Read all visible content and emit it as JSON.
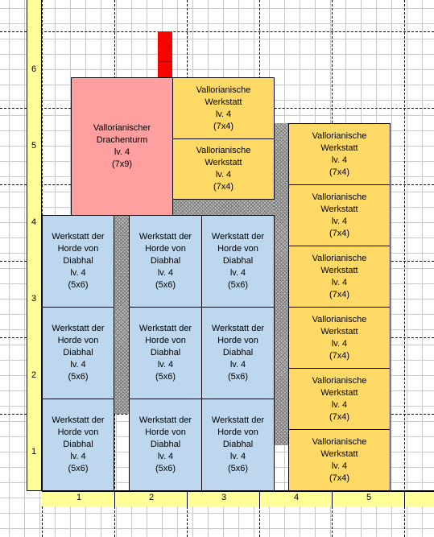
{
  "axes": {
    "y_labels": [
      "1",
      "2",
      "3",
      "4",
      "5",
      "6"
    ],
    "x_labels": [
      "1",
      "2",
      "3",
      "4",
      "5"
    ]
  },
  "colors": {
    "werkstatt_horde": "#bdd7ee",
    "werkstatt_vall": "#ffd966",
    "drachenturm": "#ff9fa0",
    "axis": "#ffff99",
    "marker": "#ff0000"
  },
  "buildings": {
    "drachenturm": {
      "label": "Vallorianischer\nDrachenturm\nlv. 4\n(7x9)"
    },
    "vall_upper": [
      {
        "label": "Vallorianische\nWerkstatt\nlv. 4\n(7x4)"
      },
      {
        "label": "Vallorianische\nWerkstatt\nlv. 4\n(7x4)"
      }
    ],
    "vall_right": [
      {
        "label": "Vallorianische\nWerkstatt\nlv. 4\n(7x4)"
      },
      {
        "label": "Vallorianische\nWerkstatt\nlv. 4\n(7x4)"
      },
      {
        "label": "Vallorianische\nWerkstatt\nlv. 4\n(7x4)"
      },
      {
        "label": "Vallorianische\nWerkstatt\nlv. 4\n(7x4)"
      },
      {
        "label": "Vallorianische\nWerkstatt\nlv. 4\n(7x4)"
      },
      {
        "label": "Vallorianische\nWerkstatt\nlv. 4\n(7x4)"
      }
    ],
    "horde": [
      {
        "label": "Werkstatt der\nHorde von\nDiabhal\nlv. 4\n(5x6)"
      },
      {
        "label": "Werkstatt der\nHorde von\nDiabhal\nlv. 4\n(5x6)"
      },
      {
        "label": "Werkstatt der\nHorde von\nDiabhal\nlv. 4\n(5x6)"
      },
      {
        "label": "Werkstatt der\nHorde von\nDiabhal\nlv. 4\n(5x6)"
      },
      {
        "label": "Werkstatt der\nHorde von\nDiabhal\nlv. 4\n(5x6)"
      },
      {
        "label": "Werkstatt der\nHorde von\nDiabhal\nlv. 4\n(5x6)"
      },
      {
        "label": "Werkstatt der\nHorde von\nDiabhal\nlv. 4\n(5x6)"
      },
      {
        "label": "Werkstatt der\nHorde von\nDiabhal\nlv. 4\n(5x6)"
      },
      {
        "label": "Werkstatt der\nHorde von\nDiabhal\nlv. 4\n(5x6)"
      }
    ]
  }
}
